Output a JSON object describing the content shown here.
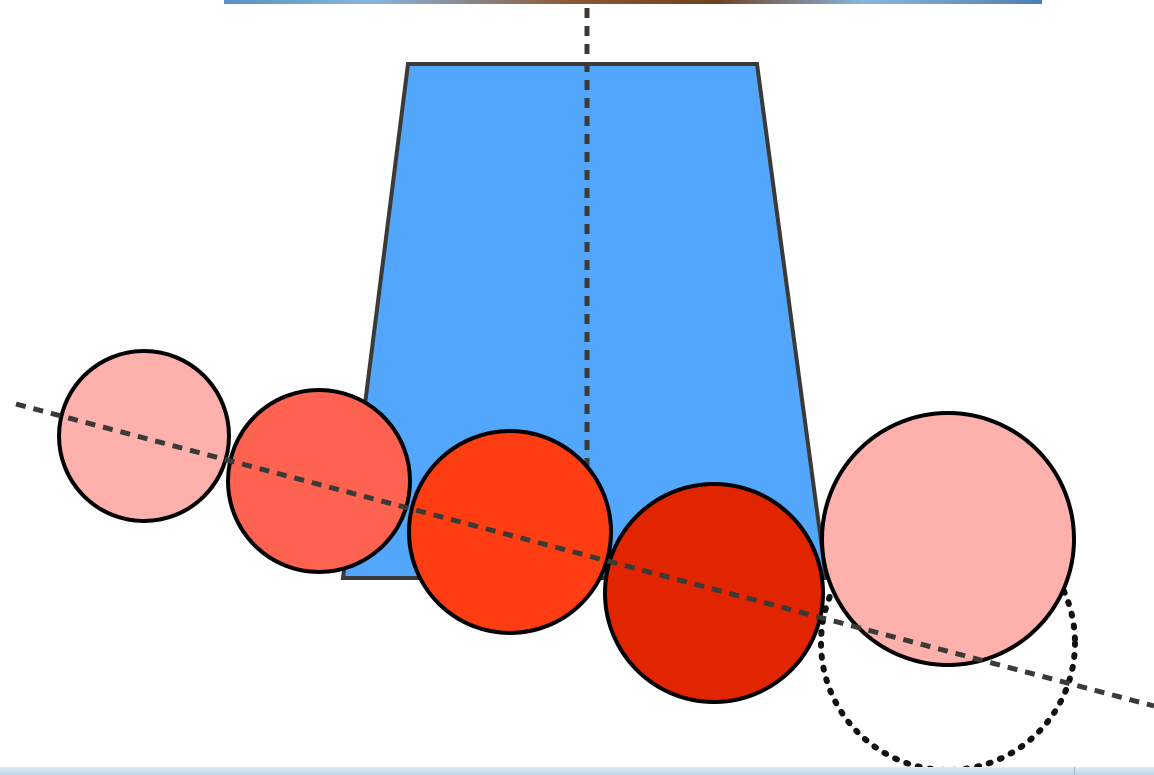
{
  "diagram": {
    "shapes": [
      {
        "kind": "trapezoid",
        "fill": "#52a6fb"
      },
      {
        "kind": "circle",
        "fill": "#feb1ac"
      },
      {
        "kind": "circle",
        "fill": "#fe6351"
      },
      {
        "kind": "circle",
        "fill": "#fe3e12"
      },
      {
        "kind": "circle",
        "fill": "#e02500"
      },
      {
        "kind": "circle",
        "fill": "#feb1ac"
      },
      {
        "kind": "circle",
        "fill": "none",
        "style": "dotted"
      }
    ],
    "colors": {
      "outline": "#000000",
      "dashed_line": "#3a3a36",
      "trapezoid_border": "#3b3a36"
    }
  }
}
